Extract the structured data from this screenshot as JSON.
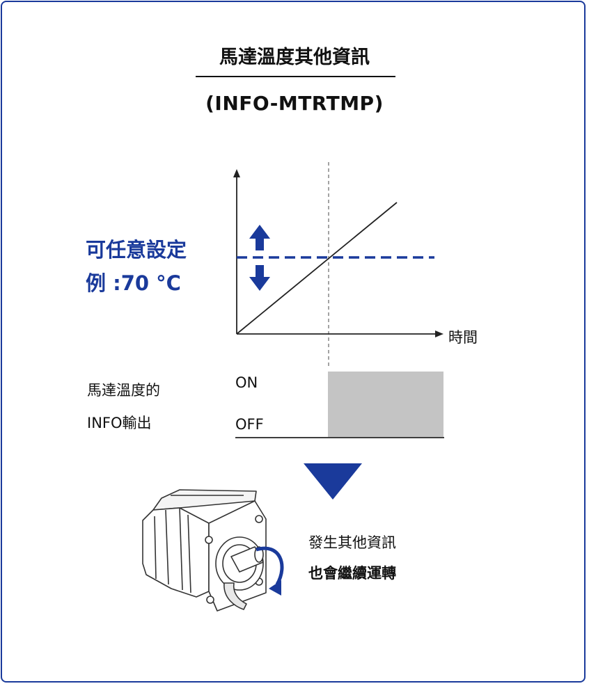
{
  "header": {
    "title": "馬達溫度其他資訊",
    "subtitle": "(INFO-MTRTMP)"
  },
  "setting_label": {
    "line1": "可任意設定",
    "line2": "例 :70 °C"
  },
  "graph": {
    "x_axis_label": "時間"
  },
  "output": {
    "label_line1": "馬達溫度的",
    "label_line2": "INFO輸出",
    "on_label": "ON",
    "off_label": "OFF"
  },
  "result": {
    "line1": "發生其他資訊",
    "line2": "也會繼續運轉"
  },
  "colors": {
    "accent": "#1a3a9b",
    "on_fill": "#c4c4c4",
    "line": "#222222"
  }
}
